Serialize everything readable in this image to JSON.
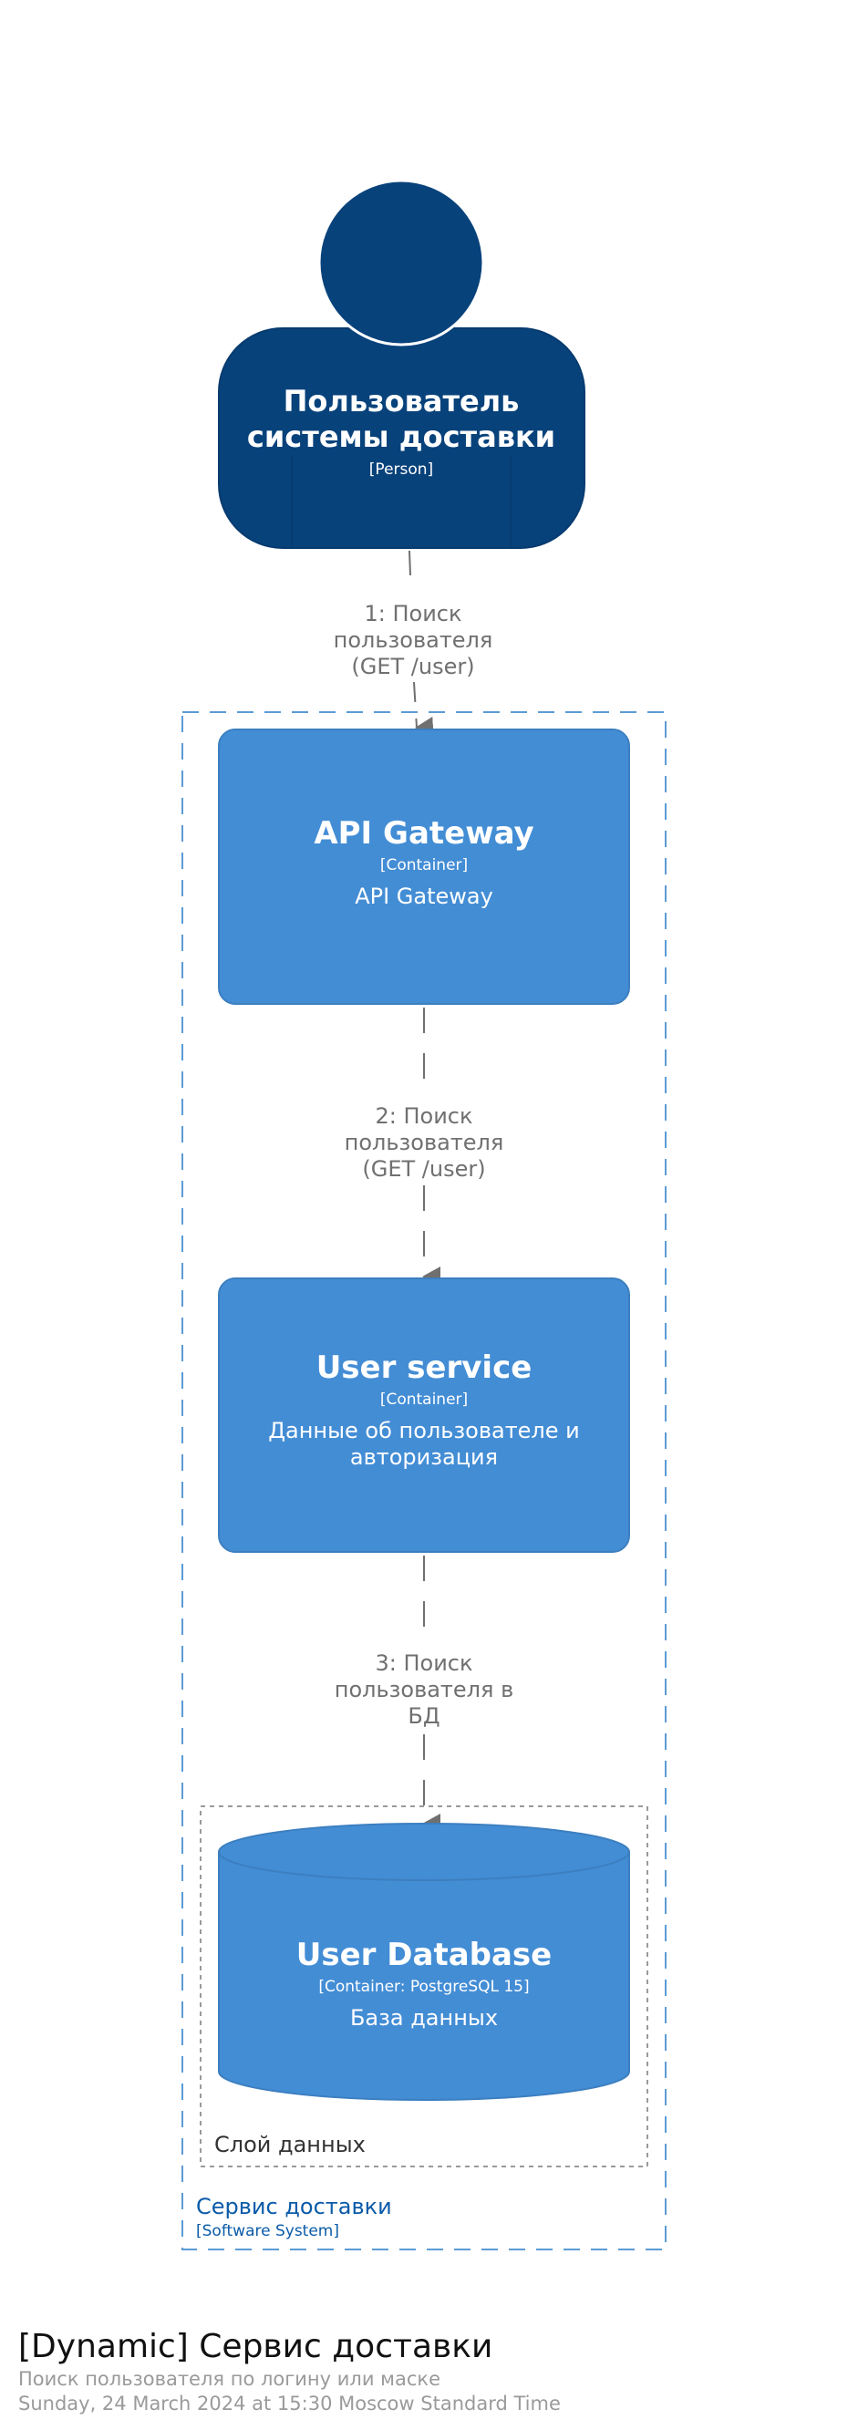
{
  "diagram": {
    "person": {
      "name_line1": "Пользователь",
      "name_line2": "системы доставки",
      "type": "[Person]"
    },
    "system_boundary": {
      "name": "Сервис доставки",
      "type": "[Software System]"
    },
    "data_layer": {
      "name": "Слой данных"
    },
    "api_gateway": {
      "name": "API Gateway",
      "type": "[Container]",
      "description": "API Gateway"
    },
    "user_service": {
      "name": "User service",
      "type": "[Container]",
      "description_line1": "Данные об пользователе и",
      "description_line2": "авторизация"
    },
    "user_database": {
      "name": "User Database",
      "type": "[Container: PostgreSQL 15]",
      "description": "База данных"
    },
    "relationships": [
      {
        "line1": "1: Поиск",
        "line2": "пользователя",
        "line3": "(GET /user)"
      },
      {
        "line1": "2: Поиск",
        "line2": "пользователя",
        "line3": "(GET /user)"
      },
      {
        "line1": "3: Поиск",
        "line2": "пользователя в",
        "line3": "БД"
      }
    ]
  },
  "footer": {
    "title": "[Dynamic] Сервис доставки",
    "description": "Поиск пользователя по логину или маске",
    "timestamp": "Sunday, 24 March 2024 at 15:30 Moscow Standard Time"
  },
  "colors": {
    "person": "#08427b",
    "container": "#438dd5",
    "boundary": "#5b9bd5",
    "arrow": "#707070"
  }
}
